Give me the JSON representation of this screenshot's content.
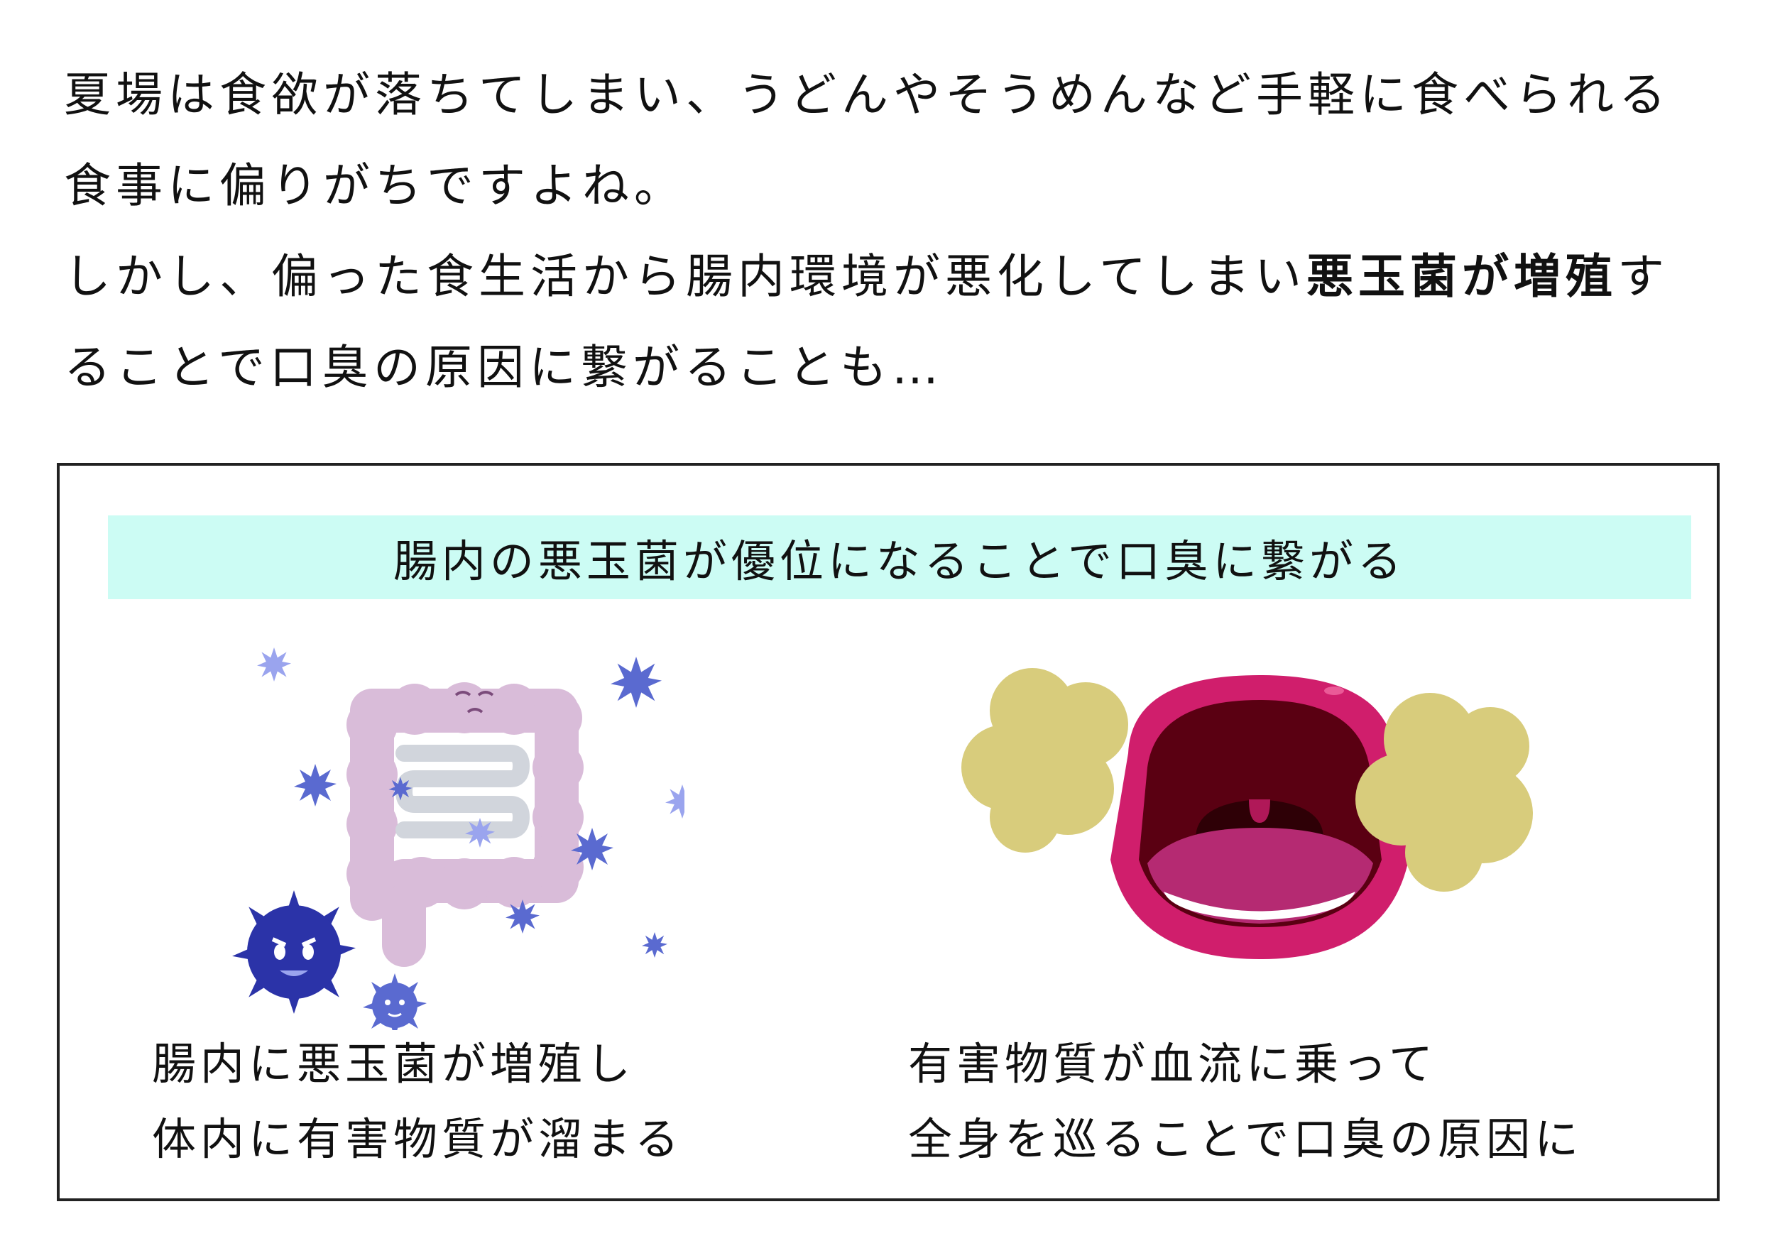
{
  "intro": {
    "line1": "夏場は食欲が落ちてしまい、うどんやそうめんなど手軽に食べられる",
    "line2": "食事に偏りがちですよね。",
    "line3_pre": "しかし、偏った食生活から腸内環境が悪化してしまい",
    "line3_bold": "悪玉菌が増殖",
    "line3_post": "す",
    "line4": "ることで口臭の原因に繋がることも…"
  },
  "card": {
    "title": "腸内の悪玉菌が優位になることで口臭に繋がる",
    "left": {
      "icon": "intestine-bacteria-icon",
      "caption1": "腸内に悪玉菌が増殖し",
      "caption2": "体内に有害物質が溜まる"
    },
    "right": {
      "icon": "mouth-bad-breath-icon",
      "caption1": "有害物質が血流に乗って",
      "caption2": "全身を巡ることで口臭の原因に"
    }
  },
  "colors": {
    "title_bg": "#ccfcf4",
    "intestine": "#d9bcd9",
    "bacteria_dark": "#2b33a8",
    "bacteria_mid": "#5a6ad0",
    "bacteria_light": "#9aa4ee",
    "lips": "#d01e6c",
    "smell_cloud": "#d8cc7c"
  }
}
